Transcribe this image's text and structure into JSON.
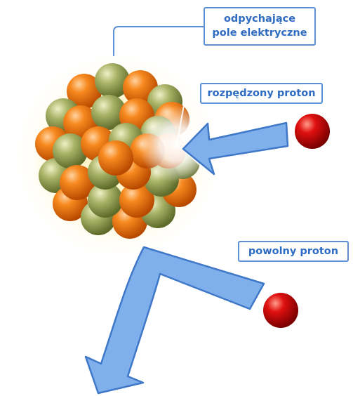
{
  "labels": {
    "field_line1": "odpychające",
    "field_line2": "pole elektryczne",
    "fast_proton": "rozpędzony  proton",
    "slow_proton": "powolny proton"
  },
  "colors": {
    "label_border": "#5b8fd6",
    "label_text": "#2f6cc3",
    "arrow_fill": "#7fb0ec",
    "arrow_stroke": "#3f78c8",
    "proton_red": "#d40000",
    "nucleon_orange": "#f07818",
    "nucleon_olive": "#9aa85a",
    "glow": "#fff3c0"
  }
}
